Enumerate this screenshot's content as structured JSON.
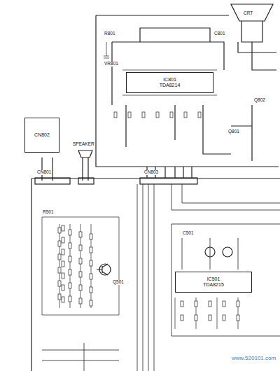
{
  "diagram": {
    "nodes": [
      {
        "text": [
          "IC801",
          "TDA8214"
        ]
      },
      {
        "text": [
          "CN802"
        ]
      },
      {
        "text": [
          "IC501",
          "TDA8215"
        ]
      }
    ],
    "labels": [
      "CRT",
      "VR801",
      "R801",
      "C801",
      "Q801",
      "Q802",
      "SPEAKER",
      "CN801",
      "CN803",
      "Q501",
      "R501",
      "C501",
      "www.520101.com"
    ]
  }
}
